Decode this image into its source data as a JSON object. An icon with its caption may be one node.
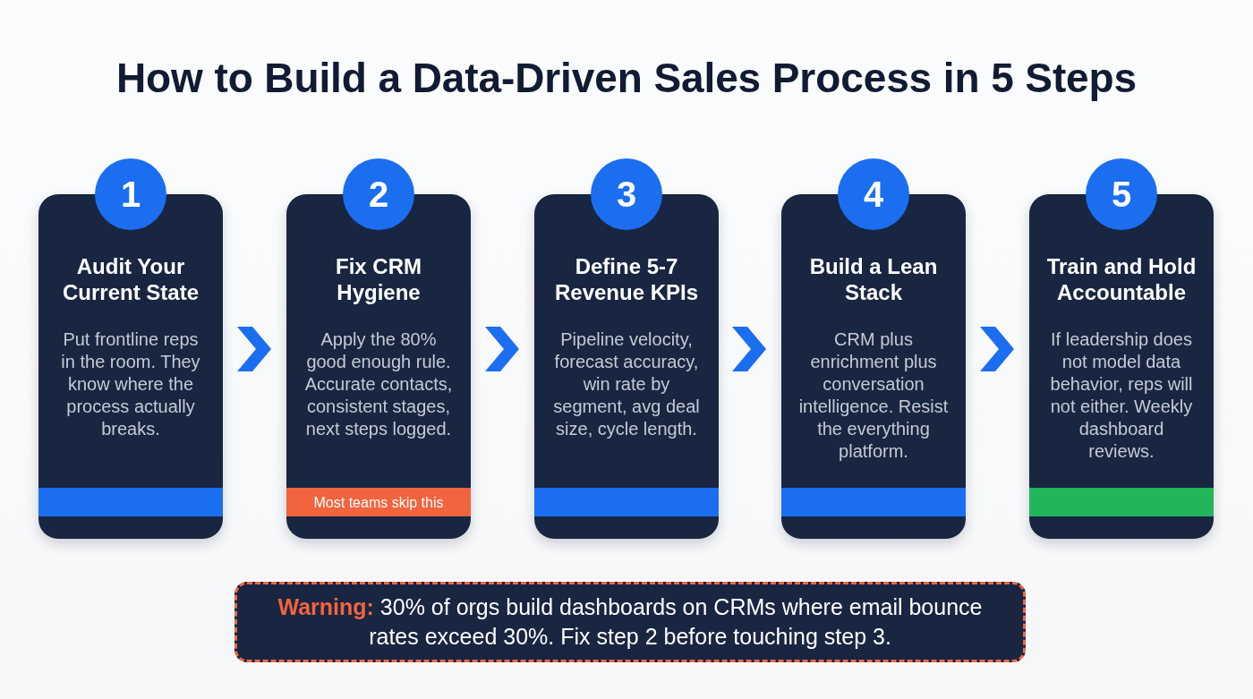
{
  "diagram": {
    "title": "How to Build a Data-Driven Sales Process in 5 Steps",
    "nodes": [
      {
        "text": [
          "1"
        ]
      },
      {
        "text": [
          "Audit Your Current State",
          "Put frontline reps in the room. They know where the process actually breaks."
        ]
      },
      {
        "text": [],
        "shape": "bar",
        "in": 1
      },
      {
        "text": [
          "2"
        ]
      },
      {
        "text": [
          "Fix CRM Hygiene",
          "Apply the 80% good enough rule. Accurate contacts, consistent stages, next steps logged."
        ]
      },
      {
        "text": [
          "Most teams skip this"
        ],
        "in": 4
      },
      {
        "text": [
          "3"
        ]
      },
      {
        "text": [
          "Define 5-7 Revenue KPIs",
          "Pipeline velocity, forecast accuracy, win rate by segment, avg deal size, cycle length."
        ]
      },
      {
        "text": [],
        "shape": "bar",
        "in": 7
      },
      {
        "text": [
          "4"
        ]
      },
      {
        "text": [
          "Build a Lean Stack",
          "CRM plus enrichment plus conversation intelligence. Resist the everything platform."
        ]
      },
      {
        "text": [],
        "shape": "bar",
        "in": 10
      },
      {
        "text": [
          "5"
        ]
      },
      {
        "text": [
          "Train and Hold Accountable",
          "If leadership does not model data behavior, reps will not either. Weekly dashboard reviews."
        ]
      },
      {
        "text": [],
        "shape": "bar",
        "in": 13
      },
      {
        "text": [
          "**Warning:** 30% of orgs build dashboards on CRMs where email bounce rates exceed 30%. Fix step 2 before touching step 3."
        ]
      }
    ],
    "edges": [
      {
        "from": 1,
        "to": 4,
        "arrow": "to"
      },
      {
        "from": 4,
        "to": 7,
        "arrow": "to"
      },
      {
        "from": 7,
        "to": 10,
        "arrow": "to"
      },
      {
        "from": 10,
        "to": 13,
        "arrow": "to"
      }
    ]
  }
}
